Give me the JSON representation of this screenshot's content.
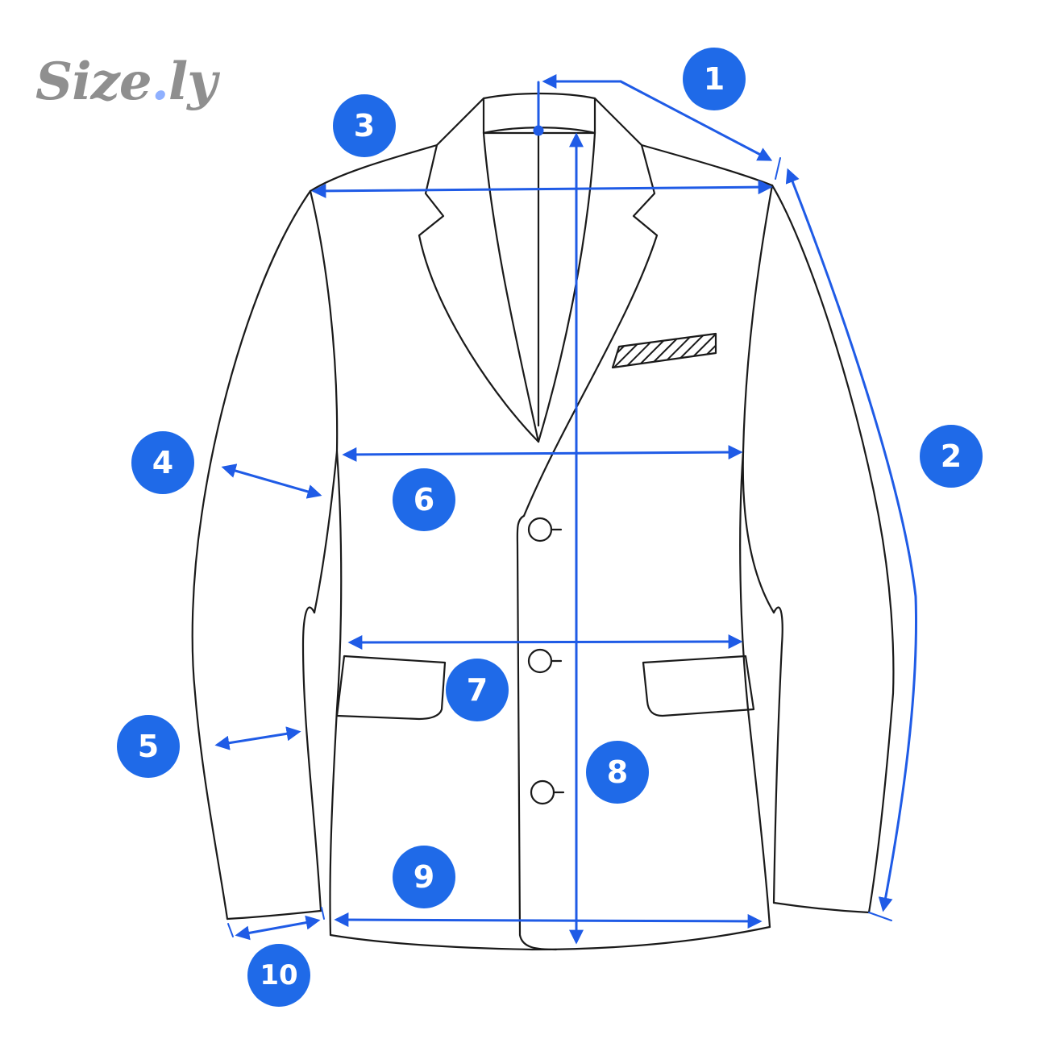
{
  "logo": {
    "text": "Size",
    "dot": ".",
    "suffix": "ly",
    "color": "#8f8f8f",
    "dot_color": "#8fb0ff"
  },
  "colors": {
    "outline": "#1a1a1a",
    "measure": "#1f5be6",
    "badge": "#1f6ae8"
  },
  "badges": [
    "1",
    "2",
    "3",
    "4",
    "5",
    "6",
    "7",
    "8",
    "9",
    "10"
  ]
}
